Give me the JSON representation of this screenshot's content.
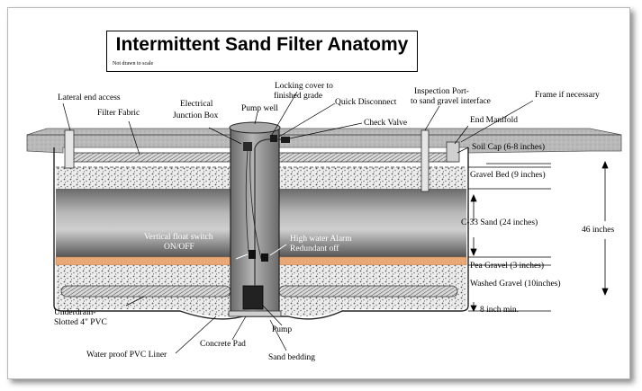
{
  "title": "Intermittent Sand Filter Anatomy",
  "subtitle": "Not drawn to scale",
  "labels": {
    "lateral_end_access": "Lateral end access",
    "filter_fabric": "Filter Fabric",
    "electrical_junction_box_1": "Electrical",
    "electrical_junction_box_2": "Junction Box",
    "locking_cover_1": "Locking cover to",
    "locking_cover_2": "finished grade",
    "quick_disconnect": "Quick Disconnect",
    "pump_well": "Pump well",
    "check_valve": "Check Valve",
    "inspection_port_1": "Inspection Port-",
    "inspection_port_2": "to sand gravel interface",
    "frame": "Frame if necessary",
    "end_manifold": "End Manifold",
    "soil_cap": "Soil Cap (6-8 inches)",
    "gravel_bed": "Gravel Bed (9 inches)",
    "c33_sand": "C-33 Sand (24 inches)",
    "total_depth": "46 inches",
    "float_switch_1": "Vertical float switch",
    "float_switch_2": "ON/OFF",
    "high_water_alarm_1": "High water Alarm",
    "high_water_alarm_2": "Redundant off",
    "pea_gravel": "Pea Gravel (3 inches)",
    "washed_gravel": "Washed Gravel  (10inches)",
    "underdrain_1": "Underdrain-",
    "underdrain_2": "Slotted 4\" PVC",
    "min_depth": "8 inch min.",
    "pump": "Pump",
    "liner": "Water proof PVC Liner",
    "concrete_pad": "Concrete Pad",
    "sand_bedding": "Sand bedding"
  },
  "colors": {
    "soil": "#b8b8b8",
    "gravel": "#e8e8e8",
    "sand_light": "#c4c4c4",
    "sand_dark": "#5c5c5c",
    "pea_gravel": "#e8a877",
    "pump_well": "#8c8c8c"
  }
}
